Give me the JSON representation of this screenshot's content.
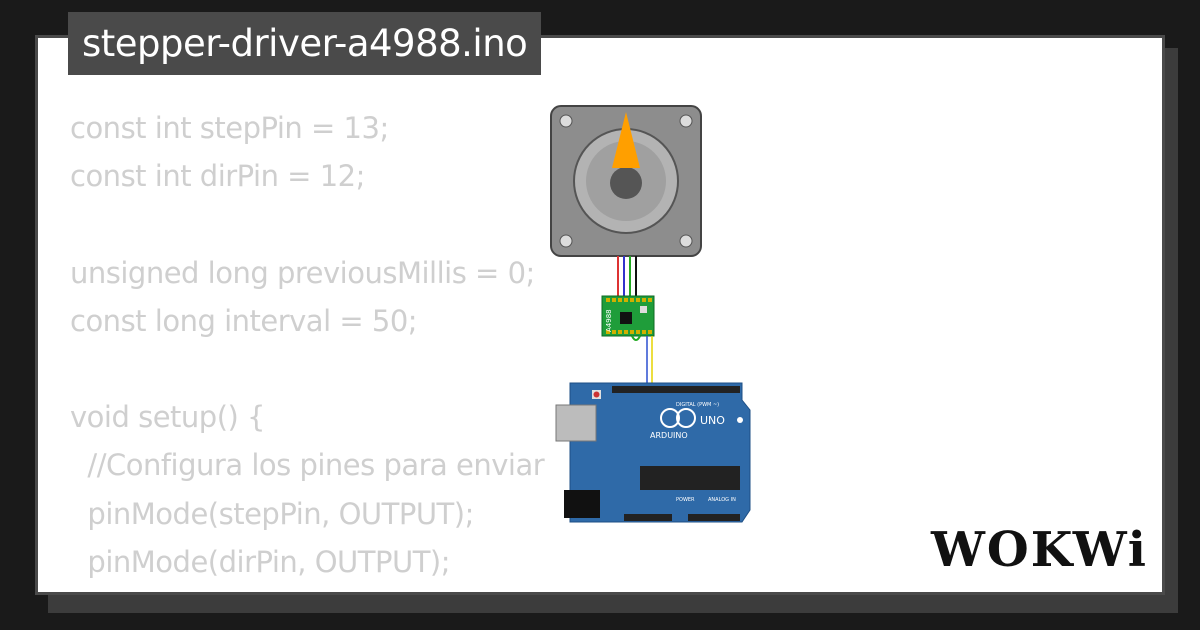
{
  "title": "stepper-driver-a4988.ino",
  "code_lines": [
    "const int stepPin = 13;",
    "const int dirPin = 12;",
    "",
    "unsigned long previousMillis = 0;",
    "const long interval = 50;",
    "",
    "void setup() {",
    "  //Configura los pines para enviar",
    "  pinMode(stepPin, OUTPUT);",
    "  pinMode(dirPin, OUTPUT);",
    "}"
  ],
  "logo": "WOKWi",
  "driver_label": "A4988",
  "arduino": {
    "brand": "ARDUINO",
    "model": "UNO",
    "digital_label": "DIGITAL (PWM ~)",
    "power_label": "POWER",
    "analog_label": "ANALOG IN"
  },
  "colors": {
    "motor_body": "#8d8d8d",
    "motor_needle": "#ff9f00",
    "arduino_board": "#2f6aa8",
    "driver_board": "#1f9d3a",
    "background": "#1a1a1a",
    "card": "#ffffff"
  }
}
